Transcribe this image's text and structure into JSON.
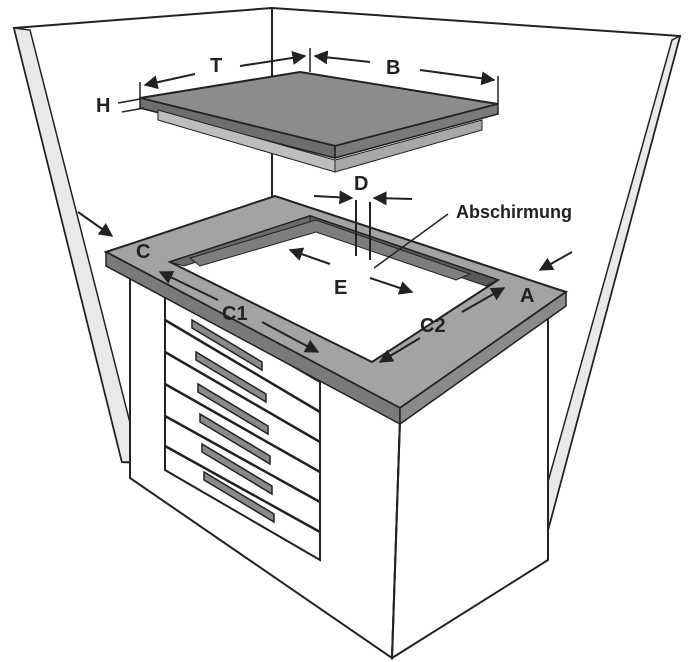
{
  "labels": {
    "T": "T",
    "B": "B",
    "H": "H",
    "D": "D",
    "shielding": "Abschirmung",
    "C": "C",
    "E": "E",
    "A": "A",
    "C1": "C1",
    "C2": "C2"
  },
  "colors": {
    "ink": "#222222",
    "wall": "#ffffff",
    "cooktop_top": "#8c8c8c",
    "cooktop_edge": "#6e6e6e",
    "counter_top": "#a3a3a3",
    "counter_edge": "#7a7a7a",
    "cutout_shadow": "#5a5a5a",
    "shield": "#7e7e7e"
  },
  "icons": [
    "dimension-arrow-icon",
    "drawer-handle-icon"
  ]
}
